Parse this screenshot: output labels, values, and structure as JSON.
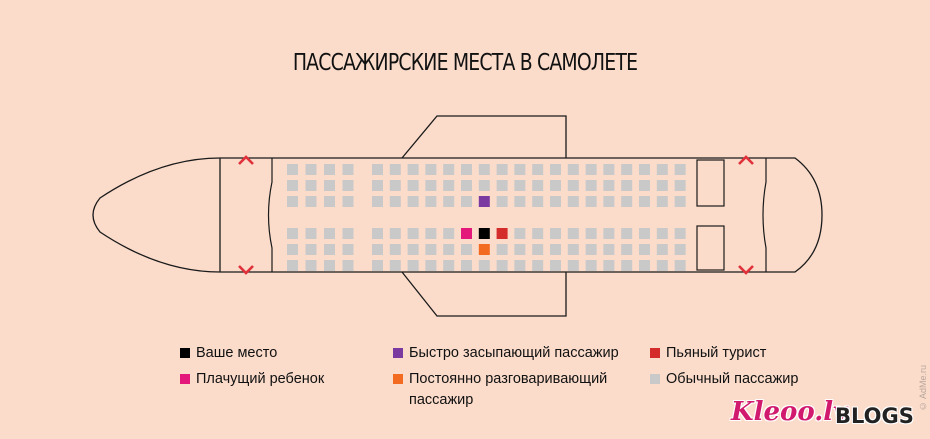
{
  "title": "ПАССАЖИРСКИЕ МЕСТА В САМОЛЕТЕ",
  "colors": {
    "background": "#fbdccb",
    "outline": "#1a1a1a",
    "seat_regular": "#c9c9c9",
    "exit_arrow": "#e0313b",
    "your_seat": "#000000",
    "crying_child": "#e4187a",
    "quick_sleeper": "#7b3aa0",
    "talker": "#f26b21",
    "drunk_tourist": "#d42b2b"
  },
  "icons": [
    "exit-arrow-icon"
  ],
  "seat_layout": {
    "rows": 22,
    "seats_per_row": 6,
    "special_seats": [
      {
        "row": 11,
        "seat": "C",
        "type": "quick_sleeper"
      },
      {
        "row": 10,
        "seat": "D",
        "type": "crying_child"
      },
      {
        "row": 11,
        "seat": "D",
        "type": "your_seat"
      },
      {
        "row": 12,
        "seat": "D",
        "type": "drunk_tourist"
      },
      {
        "row": 11,
        "seat": "E",
        "type": "talker"
      }
    ]
  },
  "legend": [
    {
      "key": "your_seat",
      "label": "Ваше место",
      "color": "#000000"
    },
    {
      "key": "crying_child",
      "label": "Плачущий ребенок",
      "color": "#e4187a"
    },
    {
      "key": "quick_sleeper",
      "label": "Быстро засыпающий пассажир",
      "color": "#7b3aa0"
    },
    {
      "key": "talker",
      "label": "Постоянно разговаривающий пассажир",
      "color": "#f26b21"
    },
    {
      "key": "drunk_tourist",
      "label": "Пьяный турист",
      "color": "#d42b2b"
    },
    {
      "key": "regular",
      "label": "Обычный пассажир",
      "color": "#c9c9c9"
    }
  ],
  "watermark": {
    "brand": "Kleoo.lv",
    "suffix": "BLOGS",
    "side": "© AdMe.ru"
  }
}
